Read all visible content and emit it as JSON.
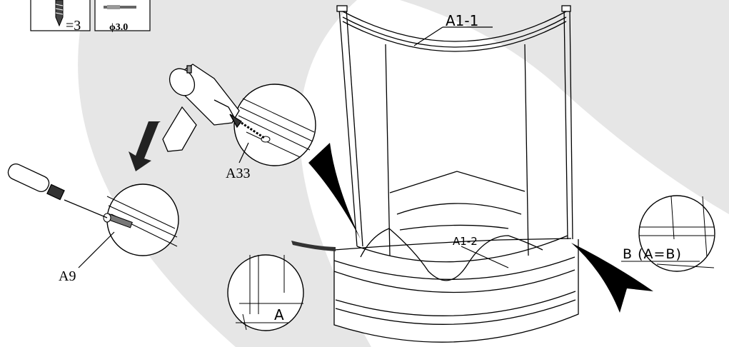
{
  "labels": {
    "count_text": "=3",
    "drill_size": "ϕ3.0",
    "top_rail": "A1-1",
    "bottom_rail": "A1-2",
    "drill_screw": "A33",
    "driver_screw": "A9",
    "gap_a": "A",
    "gap_b_eq": "B (A=B)"
  },
  "icons": [
    "screw-icon",
    "drill-bit-icon",
    "electric-drill-icon",
    "screwdriver-icon",
    "arrow-icon"
  ],
  "colors": {
    "background_band": "#e6e6e6",
    "line": "#000000",
    "fill": "#ffffff"
  }
}
